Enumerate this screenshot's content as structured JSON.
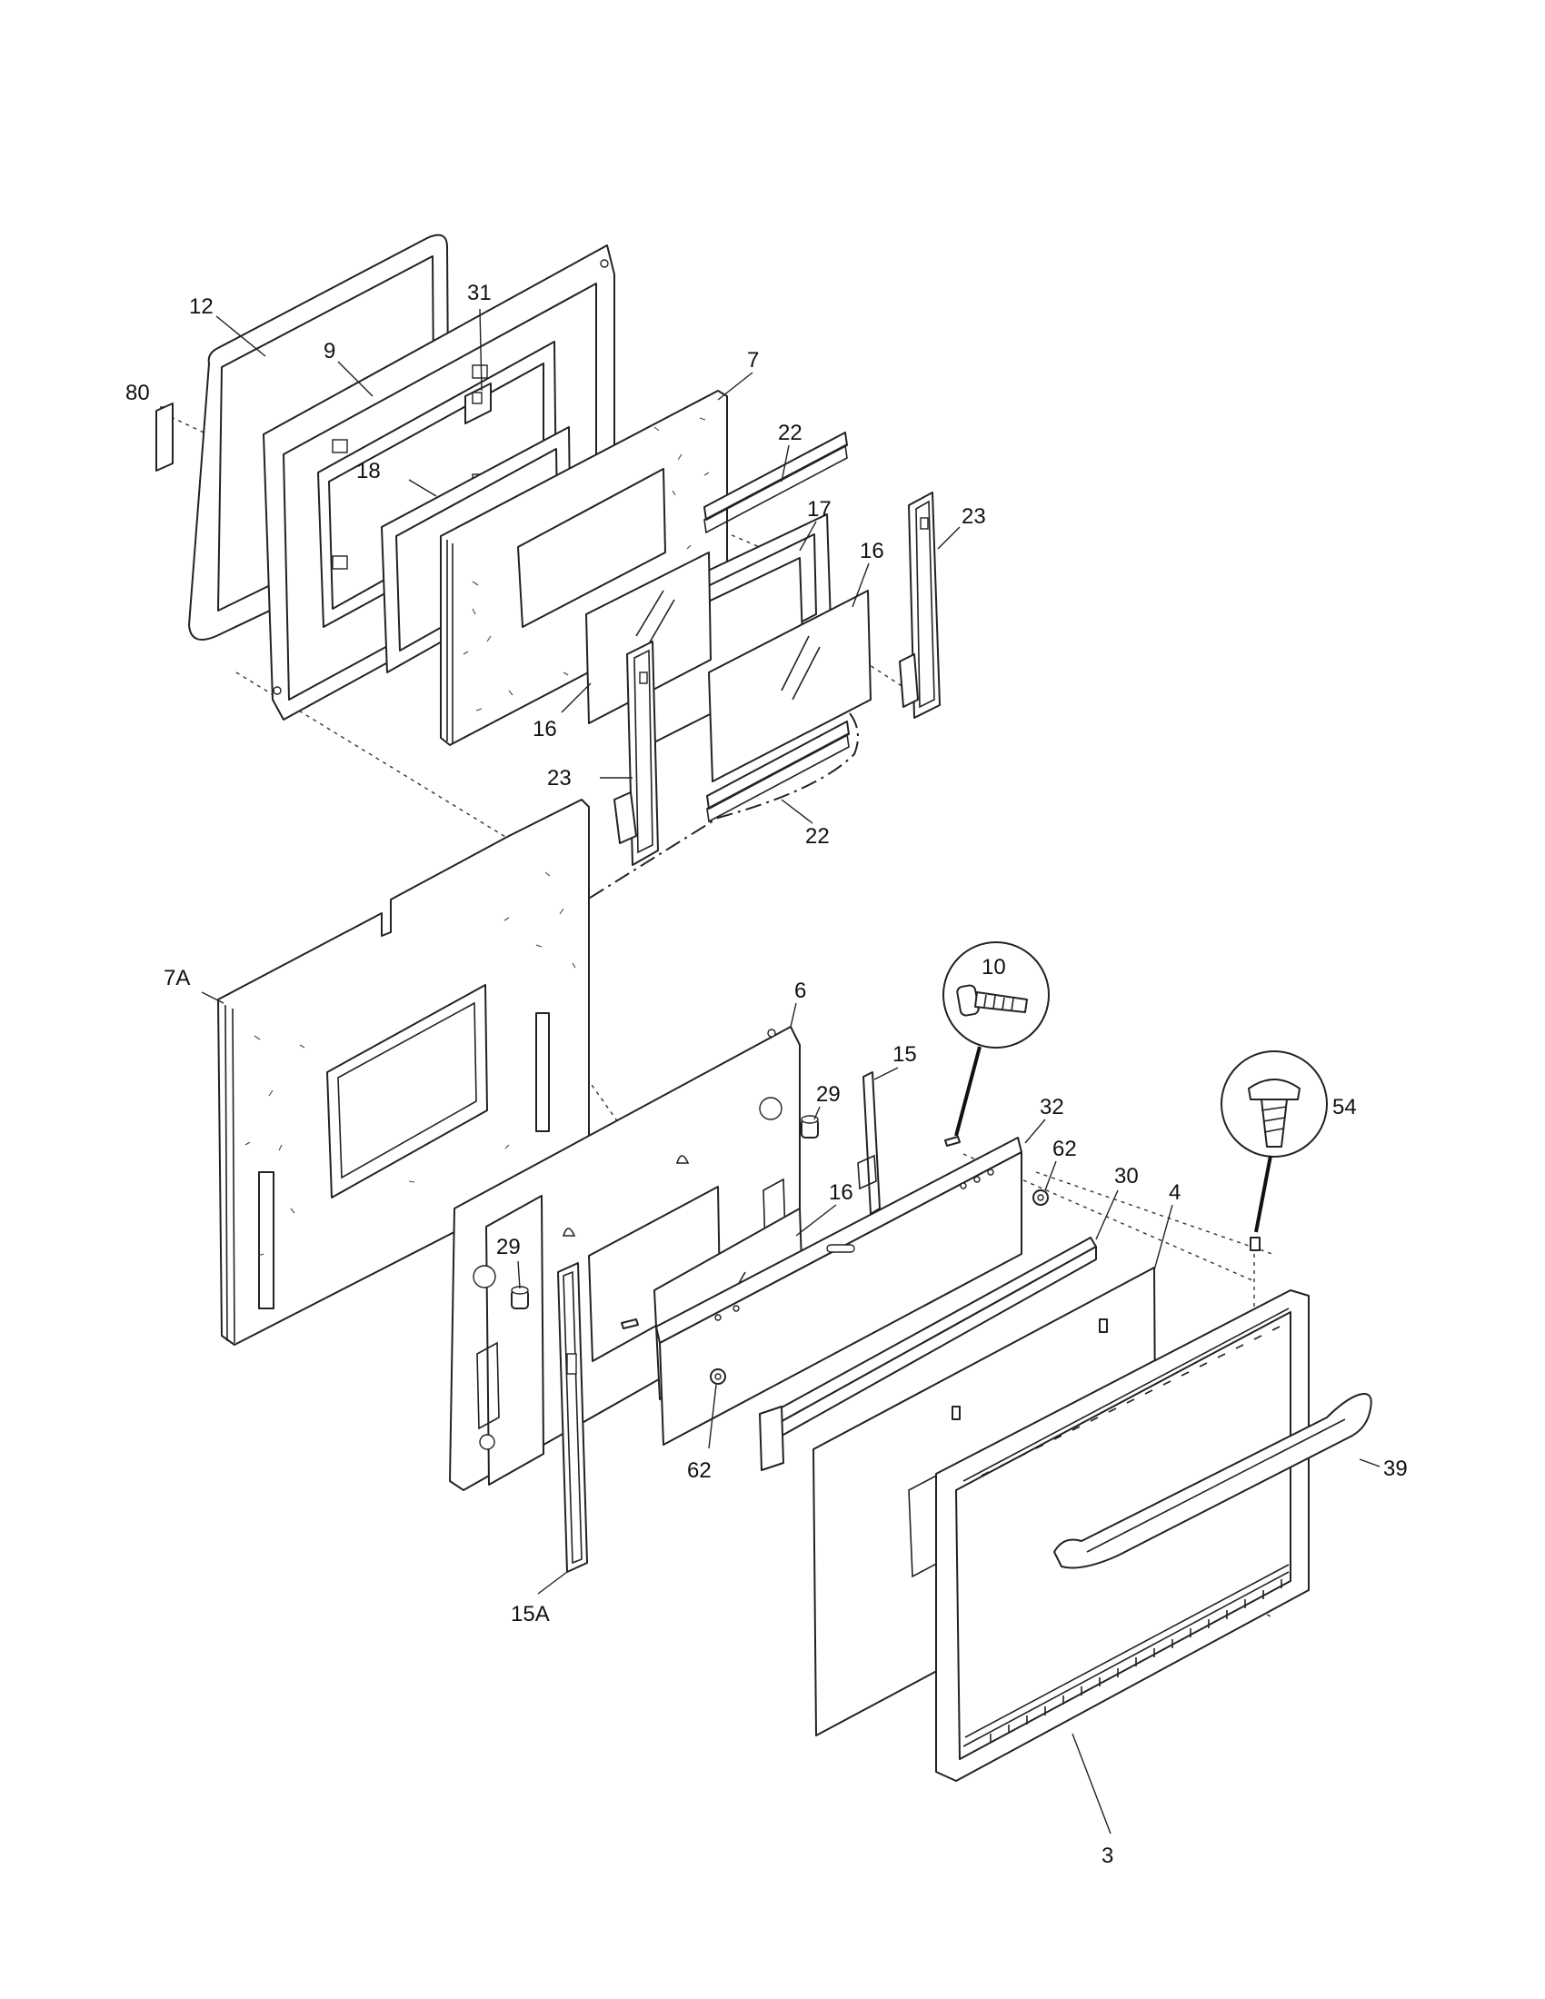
{
  "colors": {
    "ink": "#222222",
    "background": "#ffffff"
  },
  "labels": {
    "p12": "12",
    "p31": "31",
    "p9": "9",
    "p80": "80",
    "p7": "7",
    "p22_top": "22",
    "p18": "18",
    "p17": "17",
    "p23_right": "23",
    "p16_right": "16",
    "p16_left": "16",
    "p23_left": "23",
    "p22_bottom": "22",
    "p10": "10",
    "p7a": "7A",
    "p6": "6",
    "p15": "15",
    "p29_upper": "29",
    "p32": "32",
    "p54": "54",
    "p62_upper": "62",
    "p30": "30",
    "p4": "4",
    "p16_lower": "16",
    "p29_lower": "29",
    "p62_lower": "62",
    "p39": "39",
    "p15a": "15A",
    "p3": "3"
  }
}
